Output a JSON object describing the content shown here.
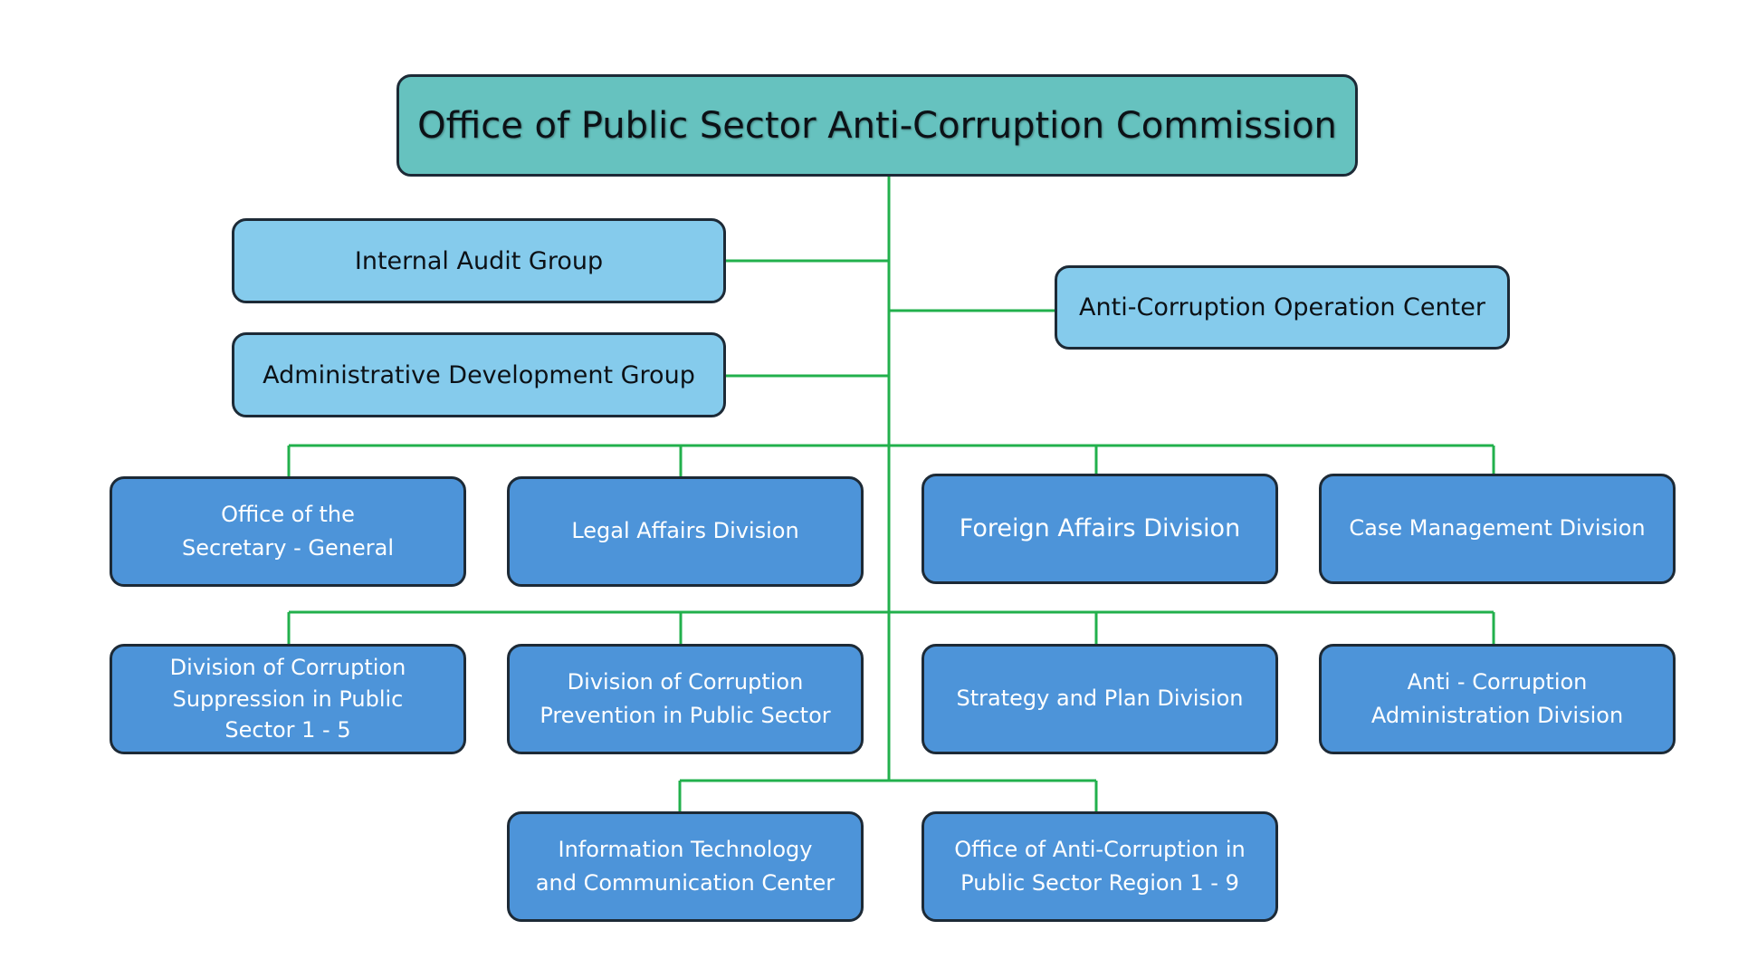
{
  "title": "Office of Public Sector Anti-Corruption Commission",
  "staff_units": [
    "Internal Audit Group",
    "Administrative Development Group",
    "Anti-Corruption Operation Center"
  ],
  "row1": [
    {
      "lines": [
        "Office of the",
        "Secretary - General"
      ]
    },
    {
      "lines": [
        "Legal Affairs Division"
      ]
    },
    {
      "lines": [
        "Foreign Affairs Division"
      ]
    },
    {
      "lines": [
        "Case Management Division"
      ]
    }
  ],
  "row2": [
    {
      "lines": [
        "Division of Corruption",
        "Suppression in Public",
        "Sector 1 - 5"
      ]
    },
    {
      "lines": [
        "Division of Corruption",
        "Prevention in Public Sector"
      ]
    },
    {
      "lines": [
        "Strategy and Plan Division"
      ]
    },
    {
      "lines": [
        "Anti - Corruption",
        "Administration Division"
      ]
    }
  ],
  "row3": [
    {
      "lines": [
        "Information Technology",
        "and Communication Center"
      ]
    },
    {
      "lines": [
        "Office of Anti-Corruption in",
        "Public Sector Region  1 - 9"
      ]
    }
  ],
  "colors": {
    "top_fill": "#66c2bf",
    "staff_fill": "#85cbec",
    "division_fill": "#4d94d9",
    "border": "#1d2a36",
    "connector": "#22b04c"
  }
}
